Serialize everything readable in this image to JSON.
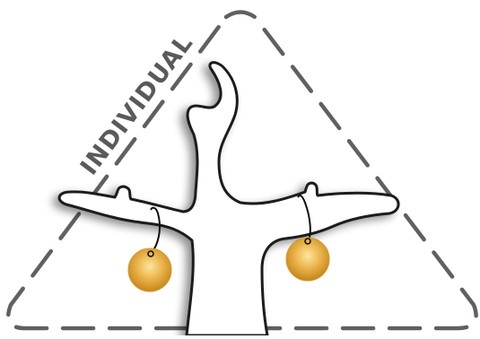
{
  "diagram": {
    "side_label": "INDIVIDUAL",
    "colors": {
      "outline": "#606060",
      "tree_stroke": "#1a1a1a",
      "tree_shadow": "#b5b5b5",
      "ornament_light": "#fbe6a2",
      "ornament_mid": "#e6a93b",
      "ornament_dark": "#c98a1e",
      "string": "#111111"
    },
    "elements": {
      "triangle": "dashed-triangle-outline",
      "tree": "bare-tree-outline",
      "ornaments": [
        "left-ornament",
        "right-ornament"
      ]
    }
  }
}
